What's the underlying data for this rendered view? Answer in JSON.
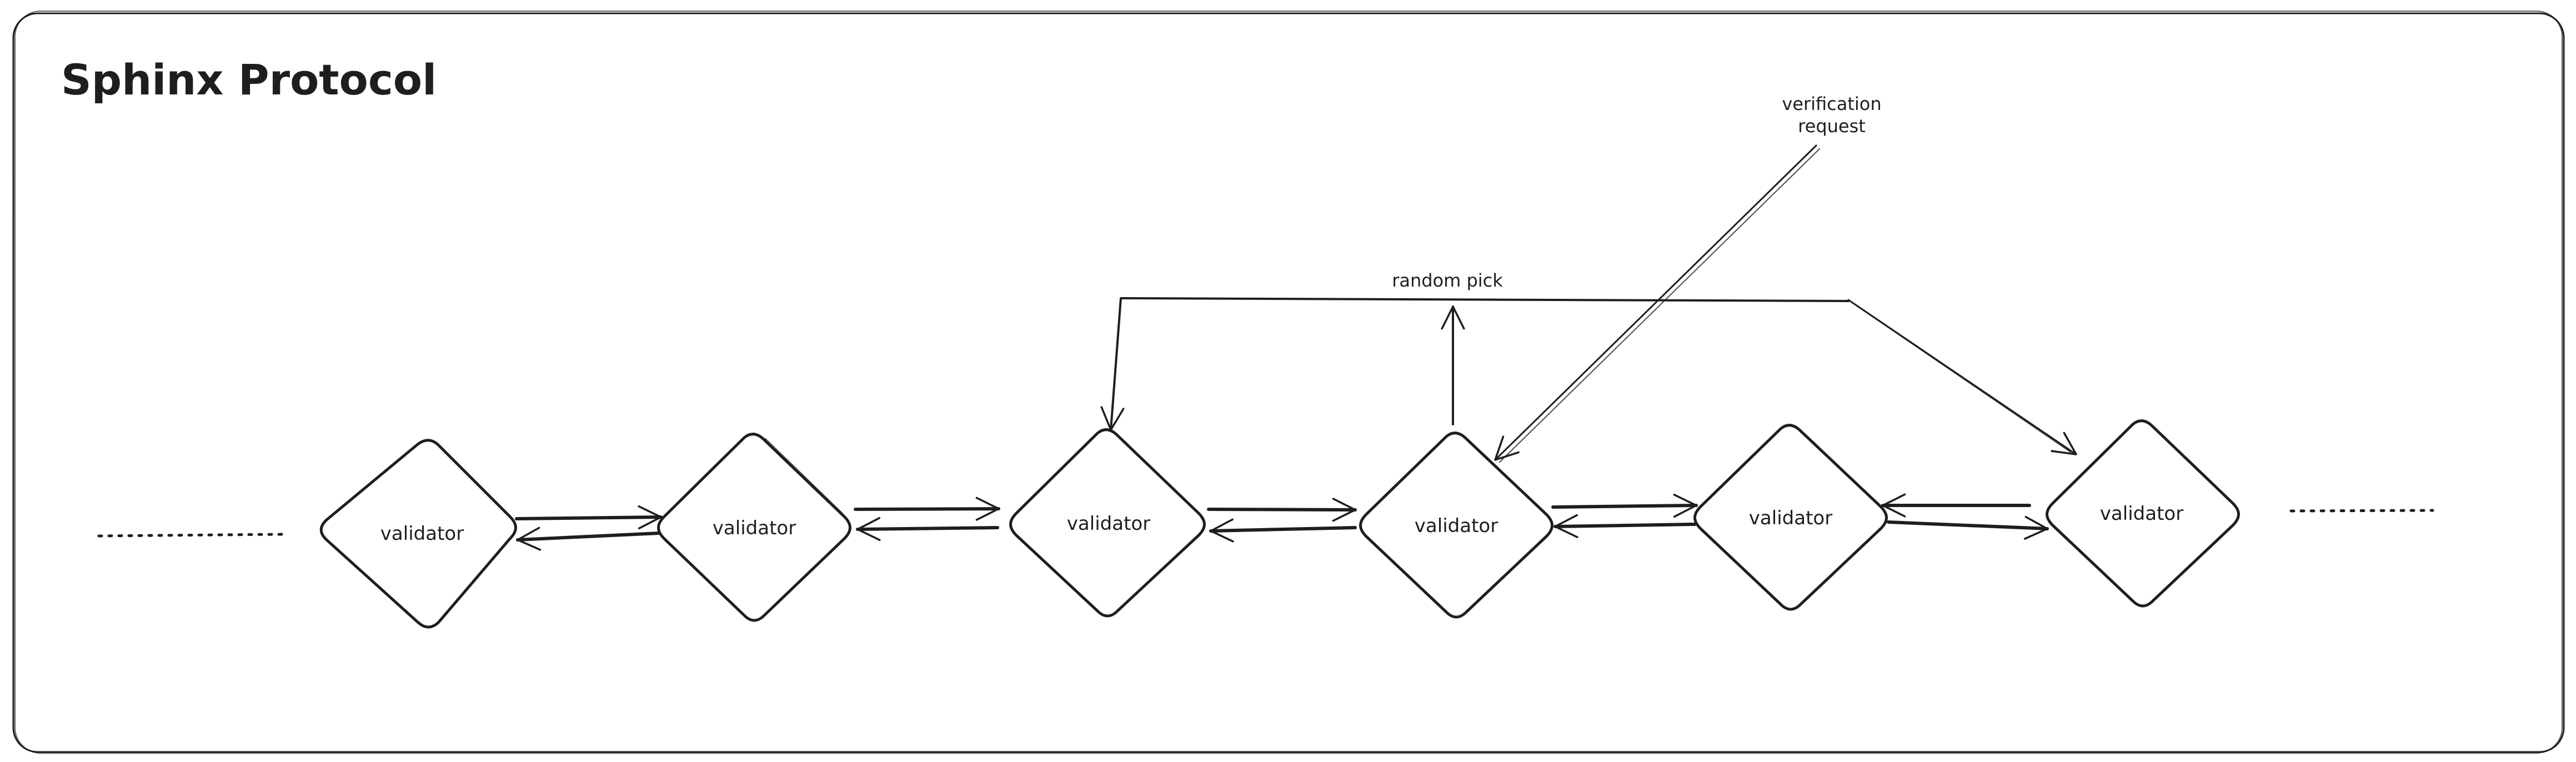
{
  "title": "Sphinx Protocol",
  "nodes": [
    {
      "id": "v1",
      "label": "validator"
    },
    {
      "id": "v2",
      "label": "validator"
    },
    {
      "id": "v3",
      "label": "validator"
    },
    {
      "id": "v4",
      "label": "validator"
    },
    {
      "id": "v5",
      "label": "validator"
    },
    {
      "id": "v6",
      "label": "validator"
    }
  ],
  "annotations": {
    "random_pick": "random pick",
    "verification_request_line1": "verification",
    "verification_request_line2": "request"
  },
  "edges": [
    {
      "from": "v1",
      "to": "v2",
      "bidirectional": true
    },
    {
      "from": "v2",
      "to": "v3",
      "bidirectional": true
    },
    {
      "from": "v3",
      "to": "v4",
      "bidirectional": true
    },
    {
      "from": "v4",
      "to": "v5",
      "bidirectional": true
    },
    {
      "from": "v5",
      "to": "v6",
      "bidirectional": true
    },
    {
      "from": "v4",
      "to": "random pick",
      "label": "random pick"
    },
    {
      "from": "random pick",
      "to": "v3"
    },
    {
      "from": "random pick",
      "to": "v6"
    },
    {
      "from": "verification request",
      "to": "v4"
    }
  ],
  "colors": {
    "stroke": "#1e1e1e",
    "background": "#ffffff"
  }
}
